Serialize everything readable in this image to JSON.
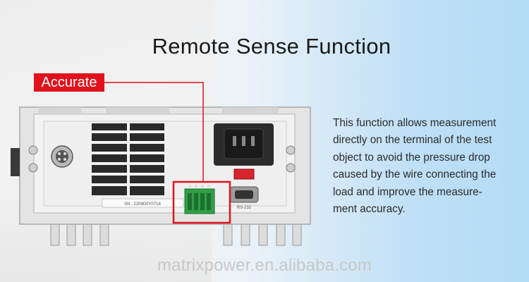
{
  "header": {
    "title": "Remote Sense Function"
  },
  "badge": {
    "label": "Accurate",
    "color": "#e0121b"
  },
  "description": {
    "lines": [
      "This function allows measurement",
      "directly on the terminal of the test",
      "object to avoid the pressure drop",
      "caused by the wire connecting the",
      "load and improve the measure-",
      "ment accuracy."
    ]
  },
  "device": {
    "serial_label": "SN : 2208D0Y0718",
    "port_label": "RS-232"
  },
  "footer": {
    "watermark": "matrixpower.en.alibaba.com"
  },
  "colors": {
    "highlight": "#e0121b",
    "connector": "#2fa046",
    "switch": "#d9232d"
  }
}
